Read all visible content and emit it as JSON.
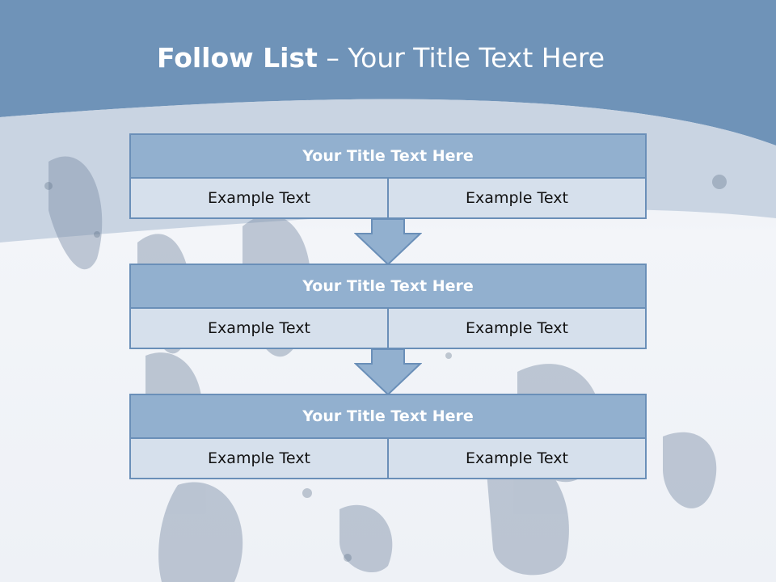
{
  "slide": {
    "title_bold": "Follow List",
    "title_rest": " – Your Title Text Here"
  },
  "steps": [
    {
      "title": "Your Title Text Here",
      "left": "Example Text",
      "right": "Example Text"
    },
    {
      "title": "Your Title Text Here",
      "left": "Example Text",
      "right": "Example Text"
    },
    {
      "title": "Your Title Text Here",
      "left": "Example Text",
      "right": "Example Text"
    }
  ],
  "colors": {
    "header_band": "#6f93b8",
    "box_head": "#92b0cf",
    "box_cell": "#d6e0ec",
    "border": "#6a8fb8"
  }
}
